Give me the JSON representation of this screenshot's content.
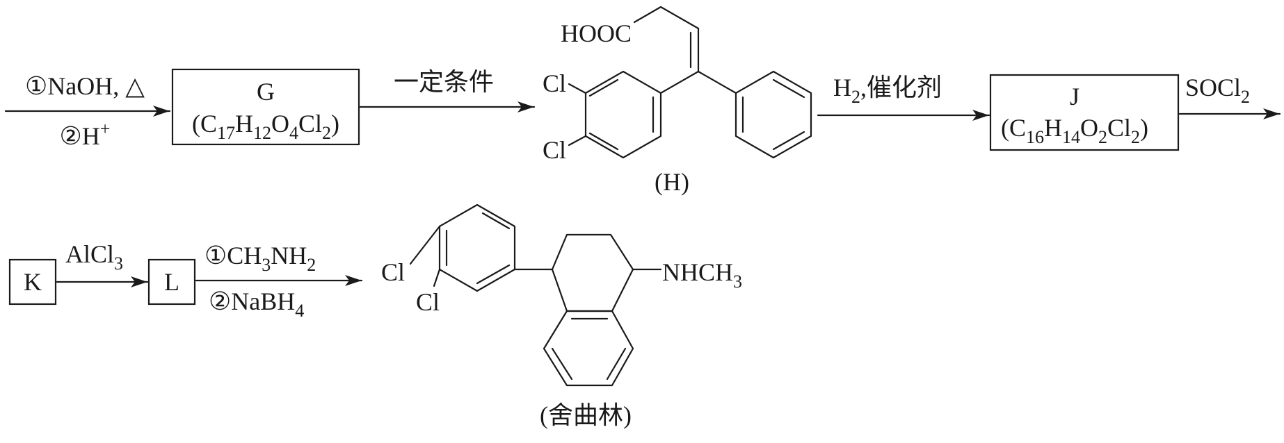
{
  "step1": {
    "cond_top": "①NaOH, △",
    "cond_bottom_main": "②H",
    "cond_bottom_sup": "+"
  },
  "compound_g": {
    "label": "G",
    "formula": {
      "p1": "(C",
      "s1": "17",
      "p2": "H",
      "s2": "12",
      "p3": "O",
      "s3": "4",
      "p4": "Cl",
      "s4": "2",
      "p5": ")"
    }
  },
  "step2": {
    "cond_top": "一定条件"
  },
  "compound_h": {
    "label": "(H)",
    "acid_group": "HOOC",
    "cl_top": "Cl",
    "cl_bottom": "Cl"
  },
  "step3": {
    "cond_top_main": "H",
    "cond_top_sub": "2",
    "cond_top_rest": ",催化剂"
  },
  "compound_j": {
    "label": "J",
    "formula": {
      "p1": "(C",
      "s1": "16",
      "p2": "H",
      "s2": "14",
      "p3": "O",
      "s3": "2",
      "p4": "Cl",
      "s4": "2",
      "p5": ")"
    }
  },
  "step4": {
    "cond_main": "SOCl",
    "cond_sub": "2"
  },
  "compound_k": {
    "label": "K"
  },
  "step5": {
    "cond_main": "AlCl",
    "cond_sub": "3"
  },
  "compound_l": {
    "label": "L"
  },
  "step6": {
    "top": {
      "p1": "①CH",
      "s1": "3",
      "p2": "NH",
      "s2": "2"
    },
    "bottom": {
      "p1": "②NaBH",
      "s1": "4"
    }
  },
  "product": {
    "name": "(舍曲林)",
    "cl_top": "Cl",
    "cl_bottom": "Cl",
    "amine": {
      "p1": "NHCH",
      "s1": "3"
    }
  }
}
